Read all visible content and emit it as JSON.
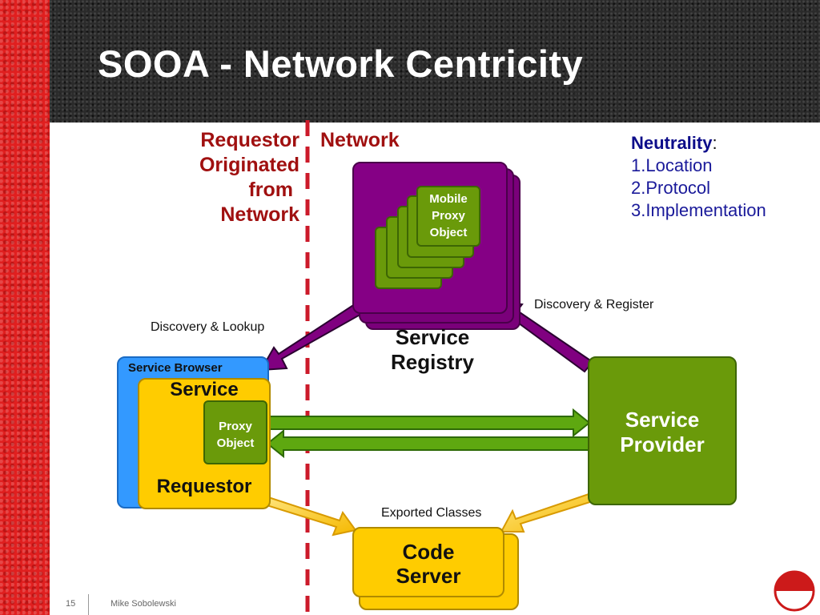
{
  "slide": {
    "title": "SOOA - Network Centricity",
    "page_number": "15",
    "author": "Mike Sobolewski"
  },
  "diagram": {
    "requestor_label_lines": [
      "Requestor",
      "Originated",
      "from",
      "Network"
    ],
    "network_label": "Network",
    "neutrality": {
      "heading": "Neutrality",
      "items": [
        "1.Location",
        "2.Protocol",
        "3.Implementation"
      ]
    },
    "mobile_proxy_lines": [
      "Mobile",
      "Proxy",
      "Object"
    ],
    "service_registry_lines": [
      "Service",
      "Registry"
    ],
    "discovery_lookup": "Discovery & Lookup",
    "discovery_register": "Discovery & Register",
    "service_browser": "Service Browser",
    "service_top": "Service",
    "requestor_bottom": "Requestor",
    "proxy_object_lines": [
      "Proxy",
      "Object"
    ],
    "service_provider_lines": [
      "Service",
      "Provider"
    ],
    "exported_classes": "Exported Classes",
    "code_server_lines": [
      "Code",
      "Server"
    ]
  },
  "colors": {
    "accent_red": "#e01f1f",
    "registry_purple": "#800080",
    "proxy_green": "#6a9a0a",
    "requestor_yellow": "#ffcc00",
    "browser_blue": "#3399ff",
    "label_red": "#a01010",
    "neutrality_blue": "#1a1a9a"
  }
}
